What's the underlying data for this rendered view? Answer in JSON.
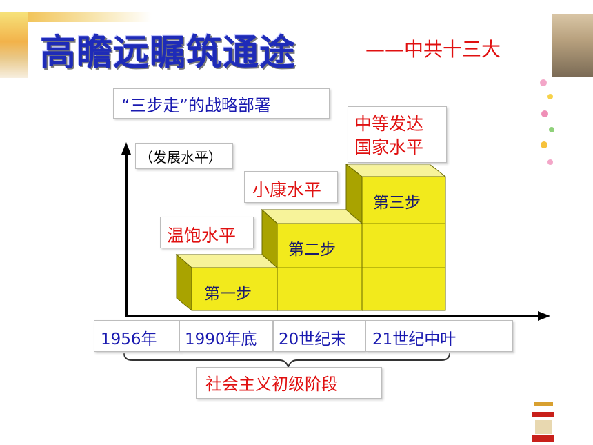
{
  "title": "高瞻远瞩筑通途",
  "subtitle": "——中共十三大",
  "strategy_label": "“三步走”的战略部署",
  "y_axis_label": "（发展水平）",
  "levels": [
    "温饱水平",
    "小康水平",
    "中等发达",
    "国家水平"
  ],
  "steps": [
    "第一步",
    "第二步",
    "第三步"
  ],
  "timeline": [
    "1956年",
    "1990年底",
    "20世纪末",
    "21世纪中叶"
  ],
  "stage_label": "社会主义初级阶段",
  "colors": {
    "title_blue": "#1e2bb8",
    "text_red": "#e01010",
    "text_blue": "#1a1ab0",
    "step_face": "#f2ea1c",
    "step_top": "#f7f39a",
    "step_side": "#a9a300",
    "step_edge": "#6b6b00"
  }
}
